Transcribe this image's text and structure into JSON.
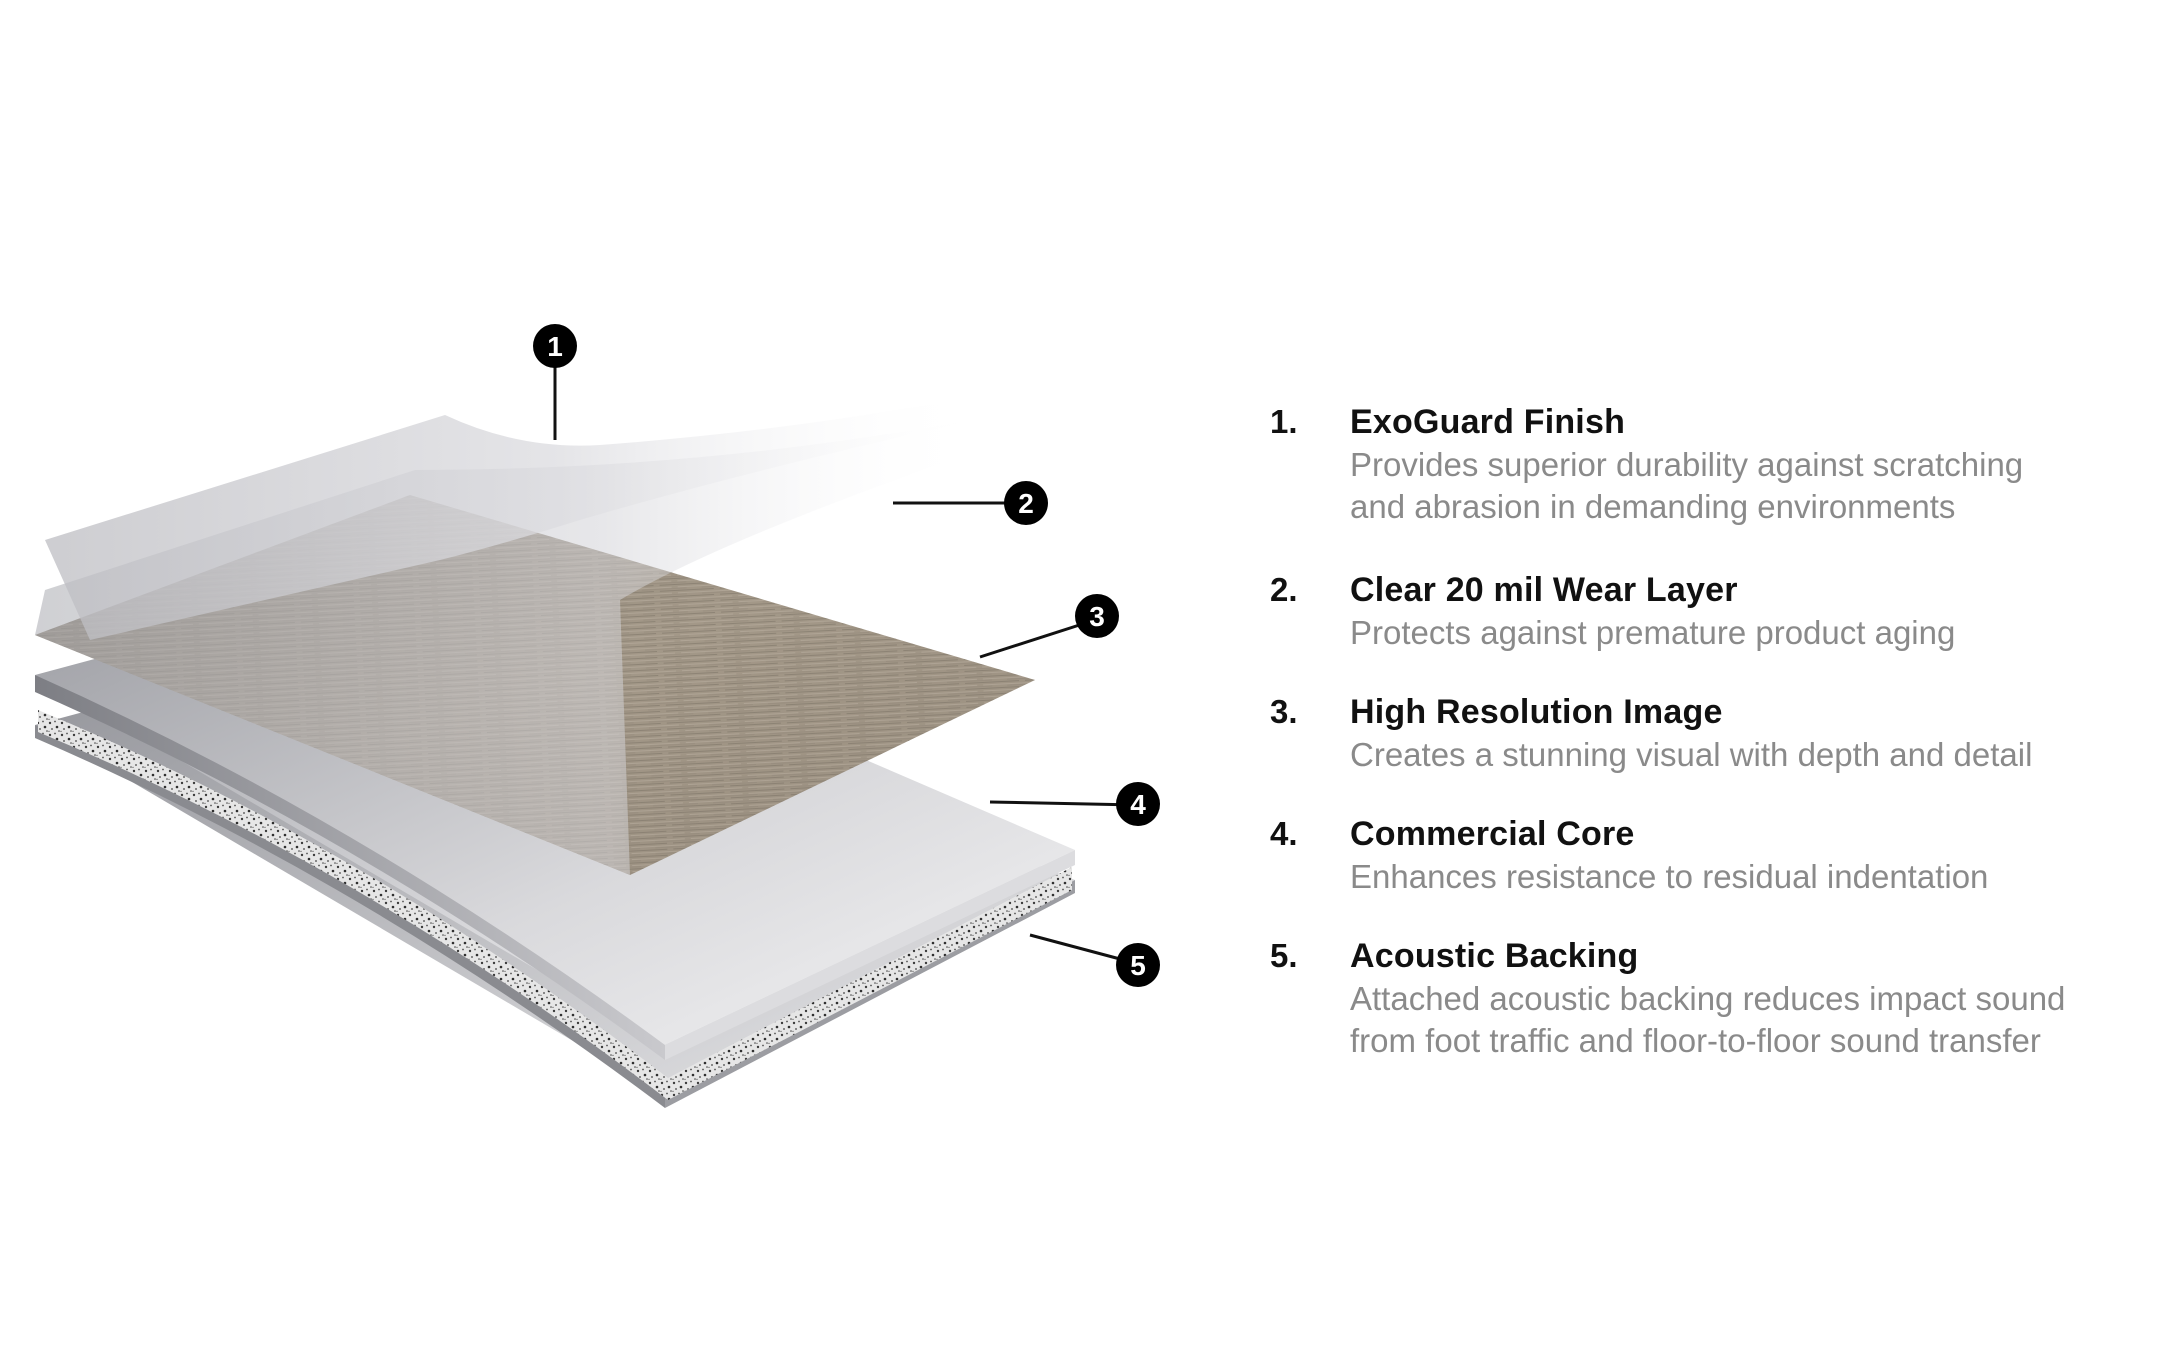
{
  "colors": {
    "text_primary": "#111111",
    "text_secondary": "#8a8a8a",
    "callout_fill": "#000000",
    "wood_tone": "#9a8f80"
  },
  "callouts": [
    "1",
    "2",
    "3",
    "4",
    "5"
  ],
  "layers": [
    {
      "number": "1.",
      "title": "ExoGuard Finish",
      "description": "Provides superior durability against scratching\nand abrasion in demanding environments"
    },
    {
      "number": "2.",
      "title": "Clear 20 mil Wear Layer",
      "description": "Protects against premature product aging"
    },
    {
      "number": "3.",
      "title": "High Resolution Image",
      "description": "Creates a stunning visual with depth and detail"
    },
    {
      "number": "4.",
      "title": "Commercial Core",
      "description": "Enhances resistance to residual indentation"
    },
    {
      "number": "5.",
      "title": "Acoustic Backing",
      "description": "Attached acoustic backing reduces impact sound\nfrom foot traffic and floor-to-floor sound transfer"
    }
  ]
}
